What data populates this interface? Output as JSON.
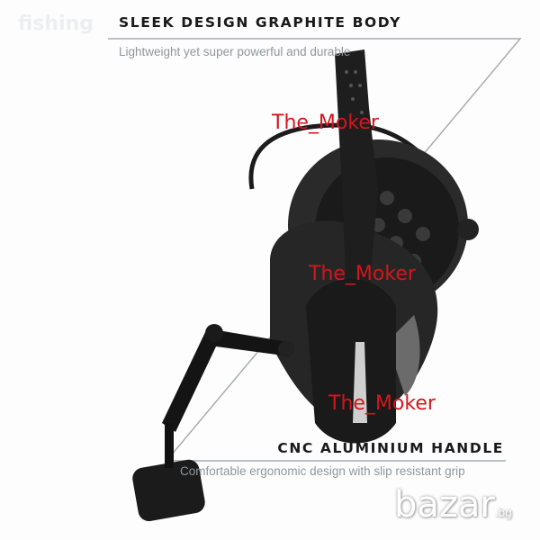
{
  "top_feature": {
    "title": "SLEEK DESIGN GRAPHITE BODY",
    "subtitle": "Lightweight yet super powerful and durable"
  },
  "bottom_feature": {
    "title": "CNC ALUMINIUM HANDLE",
    "subtitle": "Comfortable ergonomic design with slip resistant grip"
  },
  "watermarks": {
    "corner": "fishing",
    "moker_1": "The_Moker",
    "moker_2": "The_Moker",
    "moker_3": "The_Moker",
    "site": "bazar",
    "site_tld": ".bg"
  },
  "colors": {
    "watermark_red": "#d4161c",
    "title": "#1a1a1a",
    "subtitle": "#8f979c"
  }
}
